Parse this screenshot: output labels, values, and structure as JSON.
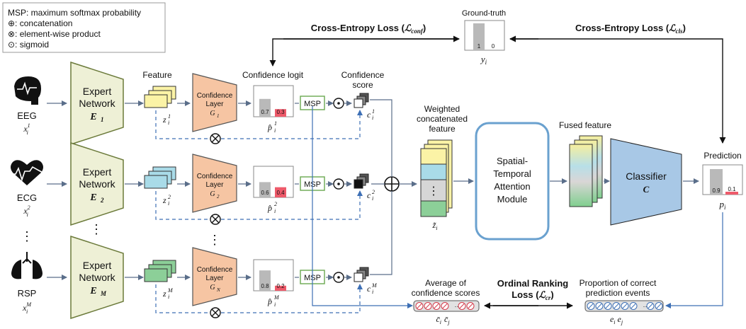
{
  "legend": {
    "msp": "MSP: maximum softmax probability",
    "concat": "⊕: concatenation",
    "product": "⊗: element-wise product",
    "sigmoid": "⊙: sigmoid"
  },
  "modalities": [
    {
      "name": "EEG",
      "x_sub": "1",
      "z_sub": "1",
      "layer_sub": "1",
      "expert_sub": "1",
      "logit": [
        "0.7",
        "0.3"
      ],
      "c_sub": "1"
    },
    {
      "name": "ECG",
      "x_sub": "2",
      "z_sub": "2",
      "layer_sub": "2",
      "expert_sub": "2",
      "logit": [
        "0.6",
        "0.4"
      ],
      "c_sub": "2"
    },
    {
      "name": "RSP",
      "x_sub": "M",
      "z_sub": "M",
      "layer_sub": "N",
      "expert_sub": "M",
      "logit": [
        "0.8",
        "0.2"
      ],
      "c_sub": "M"
    }
  ],
  "labels": {
    "expert_line1": "Expert",
    "expert_line2": "Network",
    "expert_letter": "E",
    "feature": "Feature",
    "confidence_logit": "Confidence logit",
    "confidence_score_1": "Confidence",
    "confidence_score_2": "score",
    "conf_layer_1": "Confidence",
    "conf_layer_2": "Layer",
    "conf_layer_letter": "G",
    "msp": "MSP",
    "weighted_1": "Weighted",
    "weighted_2": "concatenated",
    "weighted_3": "feature",
    "stam_1": "Spatial-",
    "stam_2": "Temporal",
    "stam_3": "Attention",
    "stam_4": "Module",
    "fused_feature": "Fused feature",
    "classifier": "Classifier",
    "classifier_letter": "C",
    "prediction": "Prediction",
    "ground_truth": "Ground-truth",
    "gt_values": [
      "1",
      "0"
    ],
    "pred_values": [
      "0.9",
      "0.1"
    ],
    "ce_conf": "Cross-Entropy Loss (",
    "ce_conf_sym": "ℒ",
    "ce_conf_sub": "conf",
    "ce_cls": "Cross-Entropy Loss (",
    "ce_cls_sym": "ℒ",
    "ce_cls_sub": "cls",
    "close_paren": ")",
    "ordinal_1": "Ordinal Ranking",
    "ordinal_2": "Loss (",
    "ordinal_sym": "ℒ",
    "ordinal_sub": "cr",
    "avg_conf_1": "Average of",
    "avg_conf_2": "confidence scores",
    "prop_1": "Proportion of correct",
    "prop_2": "prediction events",
    "y_i": "y",
    "p_i": "p",
    "z_tilde": "z̃",
    "c_bar": "c̄",
    "e_sym": "e",
    "sub_i": "i",
    "sub_j": "j",
    "vdots": "⋮",
    "ellipsis": "···"
  },
  "colors": {
    "expert_fill": "#eef0d6",
    "expert_stroke": "#6b7a3a",
    "feature_1": "#fbf3a6",
    "feature_2": "#a9dbe8",
    "feature_3": "#8ccf98",
    "conf_layer_fill": "#f6c5a3",
    "stam_stroke": "#6aa1cf",
    "classifier_fill": "#a8c8e6",
    "gray_bar": "#b9b9b9",
    "red_bar": "#ee5a6a",
    "msp_stroke": "#6aa84f",
    "arrow": "#5a6e8a",
    "dashed": "#3d6fb5"
  }
}
